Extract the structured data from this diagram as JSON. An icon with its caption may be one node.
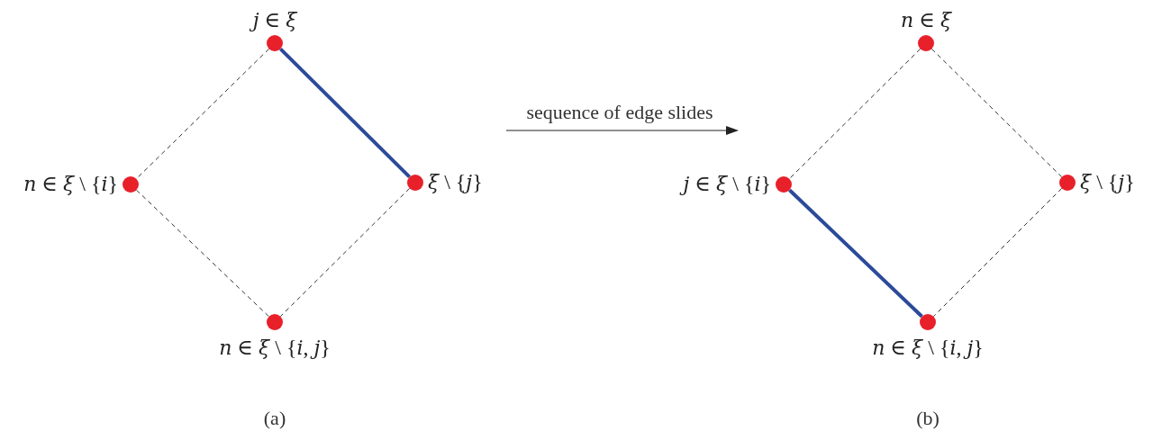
{
  "diagram": {
    "nodes": [
      {
        "text": [],
        "shape": "circle",
        "beside": [
          "*j* ∈ *ξ*"
        ]
      },
      {
        "text": [],
        "shape": "circle",
        "beside": [
          "*n* ∈ *ξ* \\ {*i*}"
        ]
      },
      {
        "text": [],
        "shape": "circle",
        "beside": [
          "*ξ* \\ {*j*}"
        ]
      },
      {
        "text": [],
        "shape": "circle",
        "beside": [
          "*n* ∈ *ξ* \\ {*i*, *j*}"
        ]
      },
      {
        "text": [],
        "shape": "circle",
        "beside": [
          "*n* ∈ *ξ*"
        ]
      },
      {
        "text": [],
        "shape": "circle",
        "beside": [
          "*j* ∈ *ξ* \\ {*i*}"
        ]
      },
      {
        "text": [],
        "shape": "circle",
        "beside": [
          "*ξ* \\ {*j*}"
        ]
      },
      {
        "text": [],
        "shape": "circle",
        "beside": [
          "*n* ∈ *ξ* \\ {*i*, *j*}"
        ]
      }
    ],
    "edges": [
      {
        "from": 0,
        "to": 1,
        "arrow": "none",
        "style": "dashed"
      },
      {
        "from": 0,
        "to": 2,
        "arrow": "none",
        "style": "thick",
        "color": "#2b4a9a"
      },
      {
        "from": 1,
        "to": 3,
        "arrow": "none",
        "style": "dashed"
      },
      {
        "from": 2,
        "to": 3,
        "arrow": "none",
        "style": "dashed"
      },
      {
        "from": 4,
        "to": 5,
        "arrow": "none",
        "style": "dashed"
      },
      {
        "from": 4,
        "to": 6,
        "arrow": "none",
        "style": "dashed"
      },
      {
        "from": 5,
        "to": 7,
        "arrow": "none",
        "style": "thick",
        "color": "#2b4a9a"
      },
      {
        "from": 6,
        "to": 7,
        "arrow": "none",
        "style": "dashed"
      }
    ],
    "labels": [
      "sequence of edge slides",
      "(a)",
      "(b)"
    ]
  }
}
